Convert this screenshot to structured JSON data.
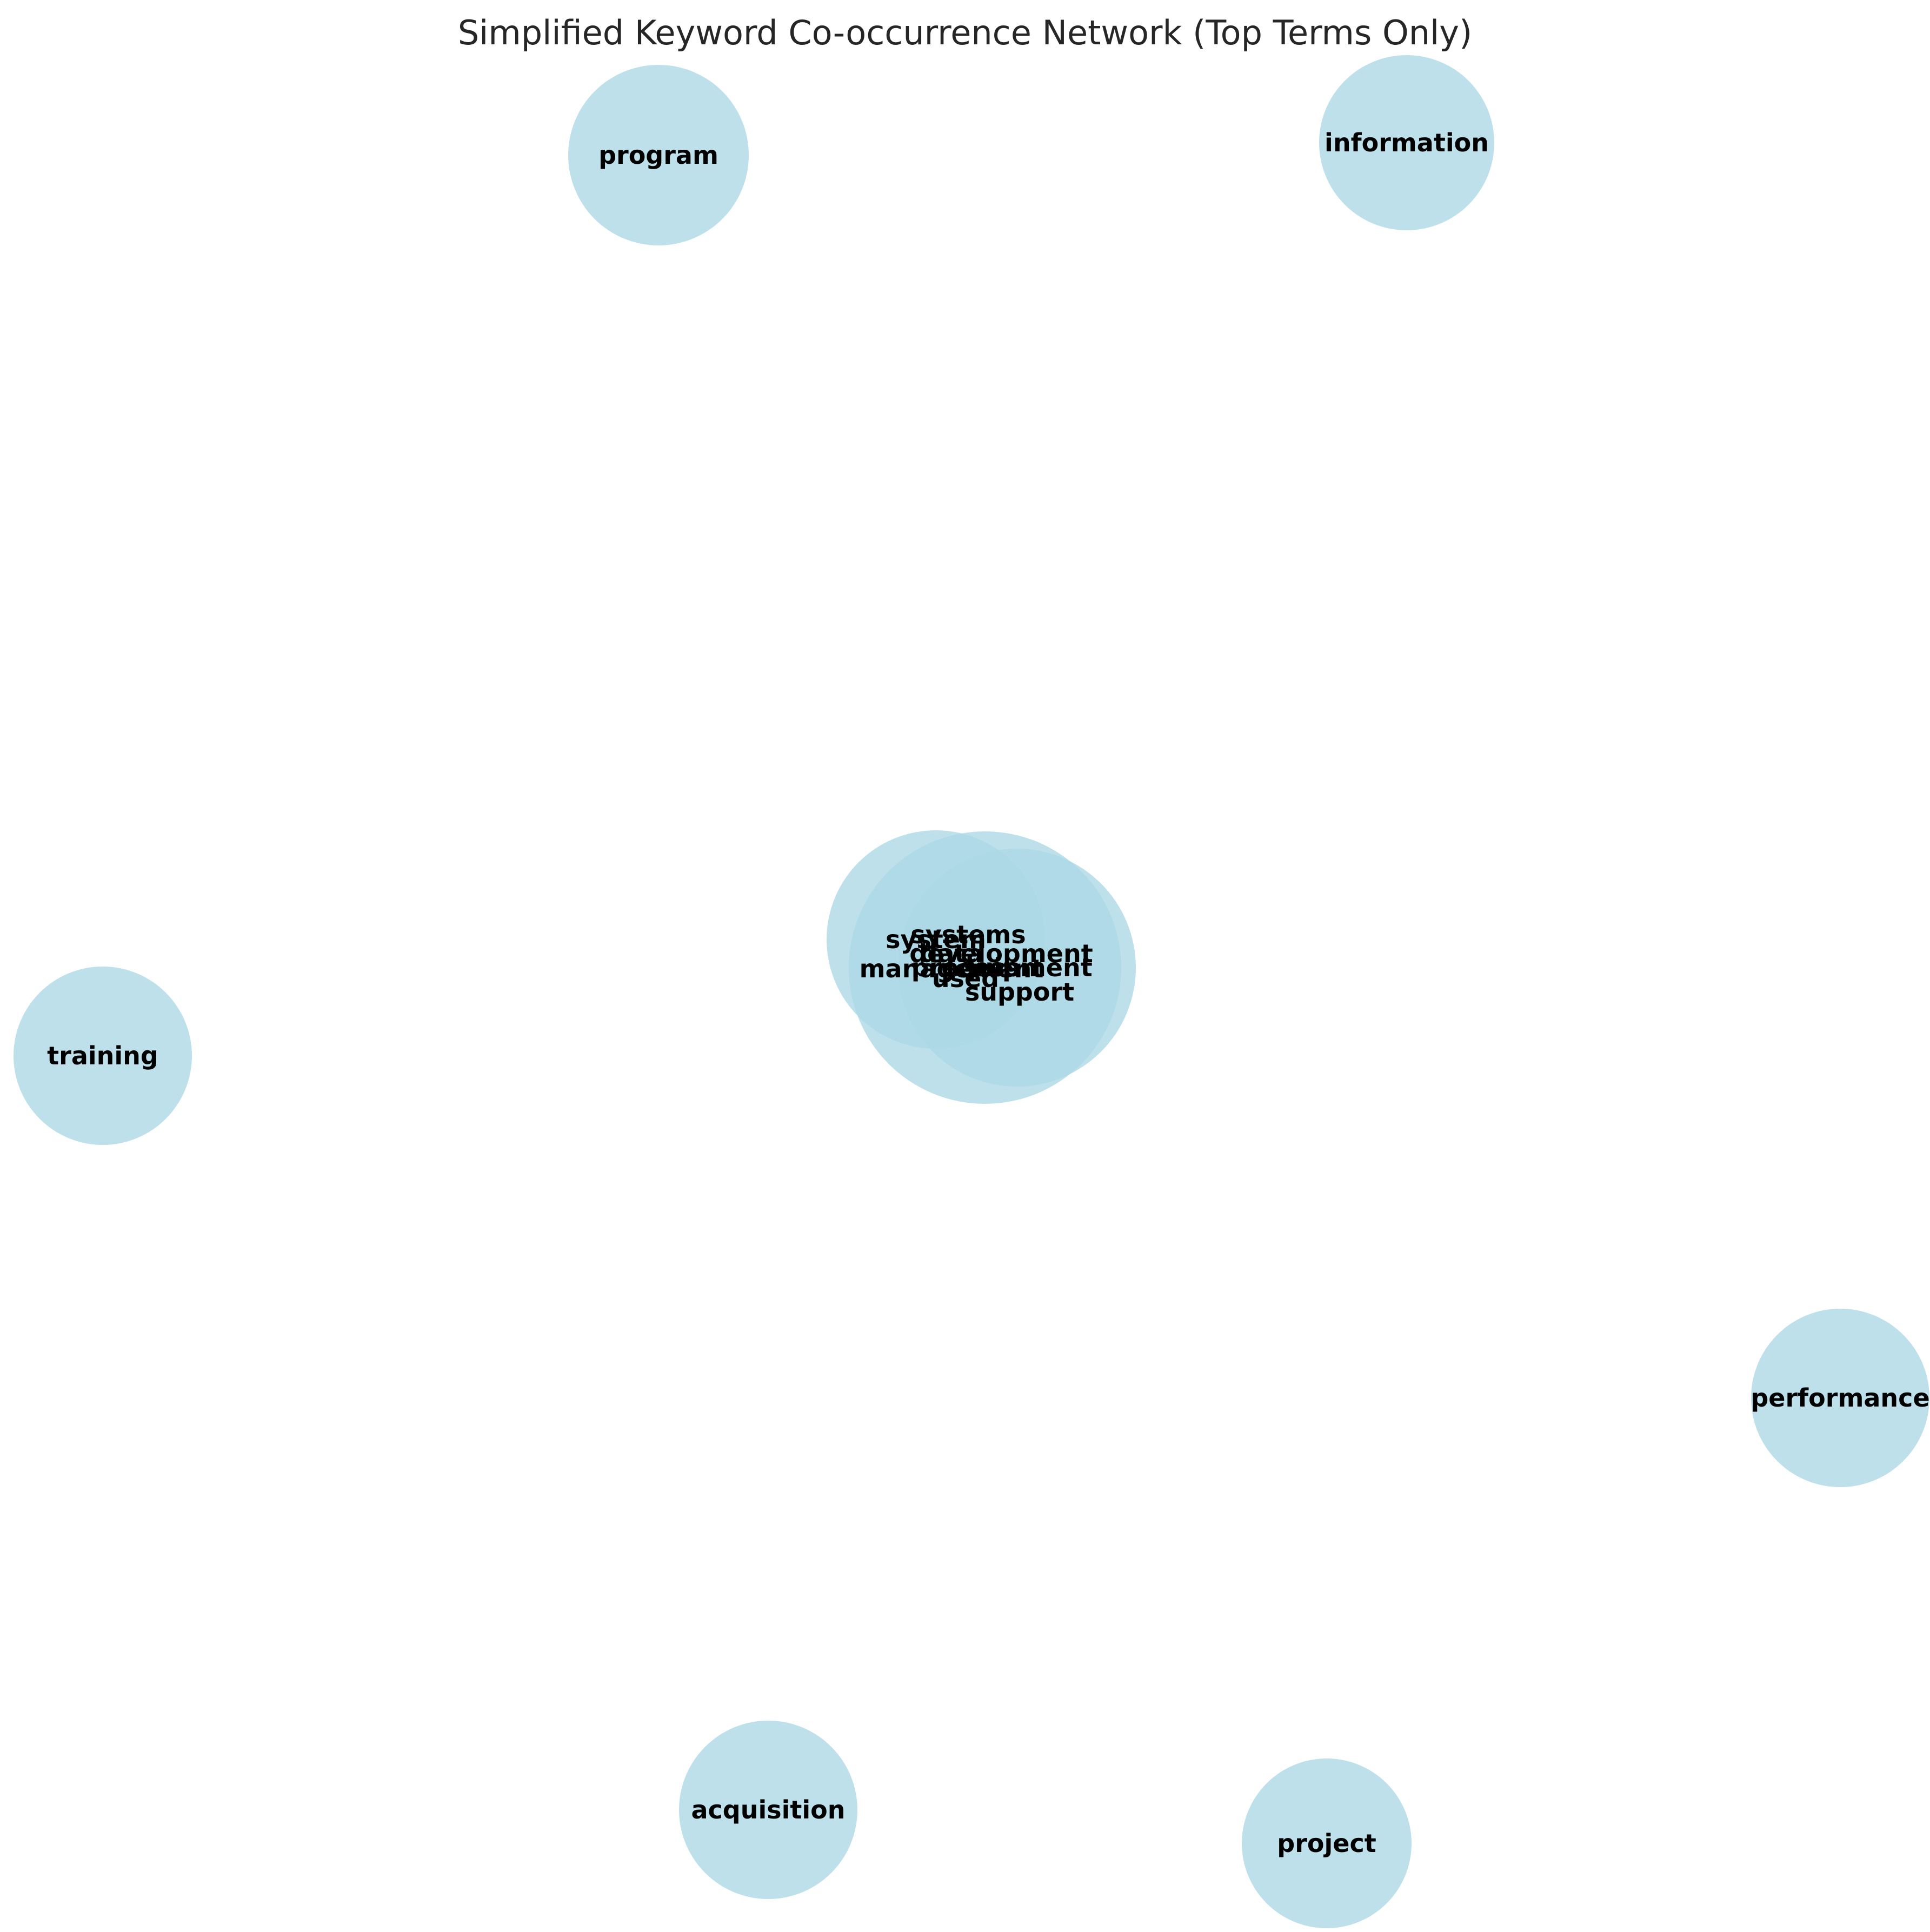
{
  "title": "Simplified Keyword Co-occurrence Network (Top Terms Only)",
  "colors": {
    "node_fill": "#add8e6",
    "label": "#000000",
    "title": "#262626",
    "background": "#ffffff"
  },
  "nodes": [
    {
      "id": "program",
      "label": "program"
    },
    {
      "id": "information",
      "label": "information"
    },
    {
      "id": "training",
      "label": "training"
    },
    {
      "id": "performance",
      "label": "performance"
    },
    {
      "id": "acquisition",
      "label": "acquisition"
    },
    {
      "id": "project",
      "label": "project"
    },
    {
      "id": "system",
      "label": "system"
    },
    {
      "id": "systems",
      "label": "systems"
    },
    {
      "id": "data",
      "label": "data"
    },
    {
      "id": "development",
      "label": "development"
    },
    {
      "id": "process",
      "label": "process"
    },
    {
      "id": "management",
      "label": "management"
    },
    {
      "id": "equipment",
      "label": "equipment"
    },
    {
      "id": "used",
      "label": "used"
    },
    {
      "id": "support",
      "label": "support"
    }
  ]
}
